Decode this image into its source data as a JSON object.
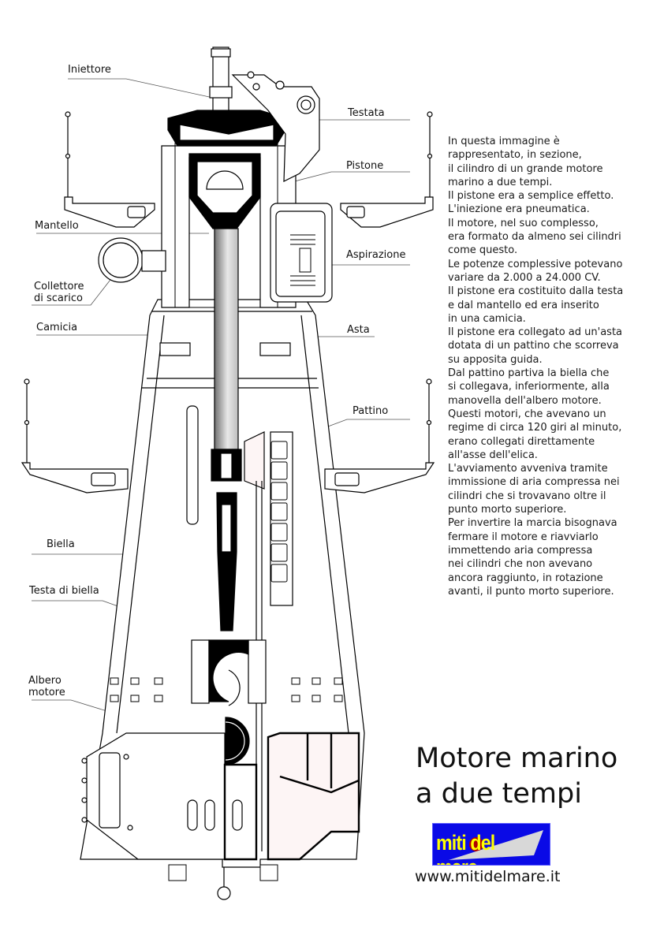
{
  "labels": {
    "iniettore": "Iniettore",
    "testata": "Testata",
    "pistone": "Pistone",
    "mantello": "Mantello",
    "aspirazione": "Aspirazione",
    "collettore_line1": "Collettore",
    "collettore_line2": "di scarico",
    "camicia": "Camicia",
    "asta": "Asta",
    "pattino": "Pattino",
    "biella": "Biella",
    "testa_di_biella": "Testa di biella",
    "albero_line1": "Albero",
    "albero_line2": "motore"
  },
  "description": [
    "In questa immagine è",
    "rappresentato, in sezione,",
    "il cilindro di un grande motore",
    "marino a due tempi.",
    "Il pistone era a semplice effetto.",
    "L'iniezione era pneumatica.",
    "Il motore, nel suo complesso,",
    "era formato da almeno sei cilindri",
    "come questo.",
    "Le potenze complessive potevano",
    "variare da 2.000 a 24.000 CV.",
    "Il pistone era costituito dalla testa",
    "e dal mantello ed era inserito",
    "in una camicia.",
    "Il pistone era collegato ad un'asta",
    "dotata di un pattino che scorreva",
    "su apposita guida.",
    "Dal pattino partiva la biella che",
    "si collegava, inferiormente, alla",
    "manovella dell'albero motore.",
    "Questi motori, che avevano un",
    "regime di circa 120 giri al minuto,",
    "erano collegati direttamente",
    "all'asse dell'elica.",
    "L'avviamento avveniva tramite",
    "immissione di aria compressa nei",
    "cilindri che si trovavano oltre il",
    "punto morto superiore.",
    "Per invertire la marcia bisognava",
    "fermare il motore e riavviarlo",
    "immettendo aria compressa",
    "nei cilindri che non avevano",
    "ancora raggiunto, in rotazione",
    "avanti, il punto morto superiore."
  ],
  "title": {
    "line1": "Motore marino",
    "line2": "a due tempi"
  },
  "logo": {
    "text": "miti del mare",
    "background_color": "#0a0ae6",
    "text_color": "#ffff00",
    "accent_color": "#b00000"
  },
  "website": "www.mitidelmare.it",
  "colors": {
    "line": "#000000",
    "fill_section": "#fdf5f5",
    "rod_gradient_dark": "#6e6e6e",
    "rod_gradient_light": "#e6e6e6"
  }
}
